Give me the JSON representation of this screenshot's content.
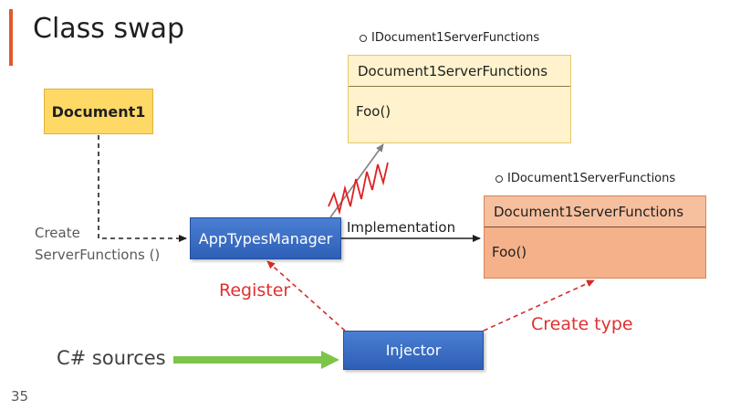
{
  "title": "Class swap",
  "page_number": "35",
  "nodes": {
    "document1": "Document1",
    "app_types_manager": "AppTypesManager",
    "injector": "Injector"
  },
  "uml_top": {
    "interface": "IDocument1ServerFunctions",
    "class_name": "Document1ServerFunctions",
    "method": "Foo()"
  },
  "uml_right": {
    "interface": "IDocument1ServerFunctions",
    "class_name": "Document1ServerFunctions",
    "method": "Foo()"
  },
  "labels": {
    "create_line1": "Create",
    "create_line2": "ServerFunctions ()",
    "implementation": "Implementation",
    "register": "Register",
    "create_type": "Create type",
    "csharp_sources": "C# sources"
  },
  "colors": {
    "accent": "#e0592b",
    "blue_box": "#3a6fc4",
    "yellow_box": "#ffd966",
    "red_text": "#e03030",
    "green_arrow": "#7cc54a"
  }
}
